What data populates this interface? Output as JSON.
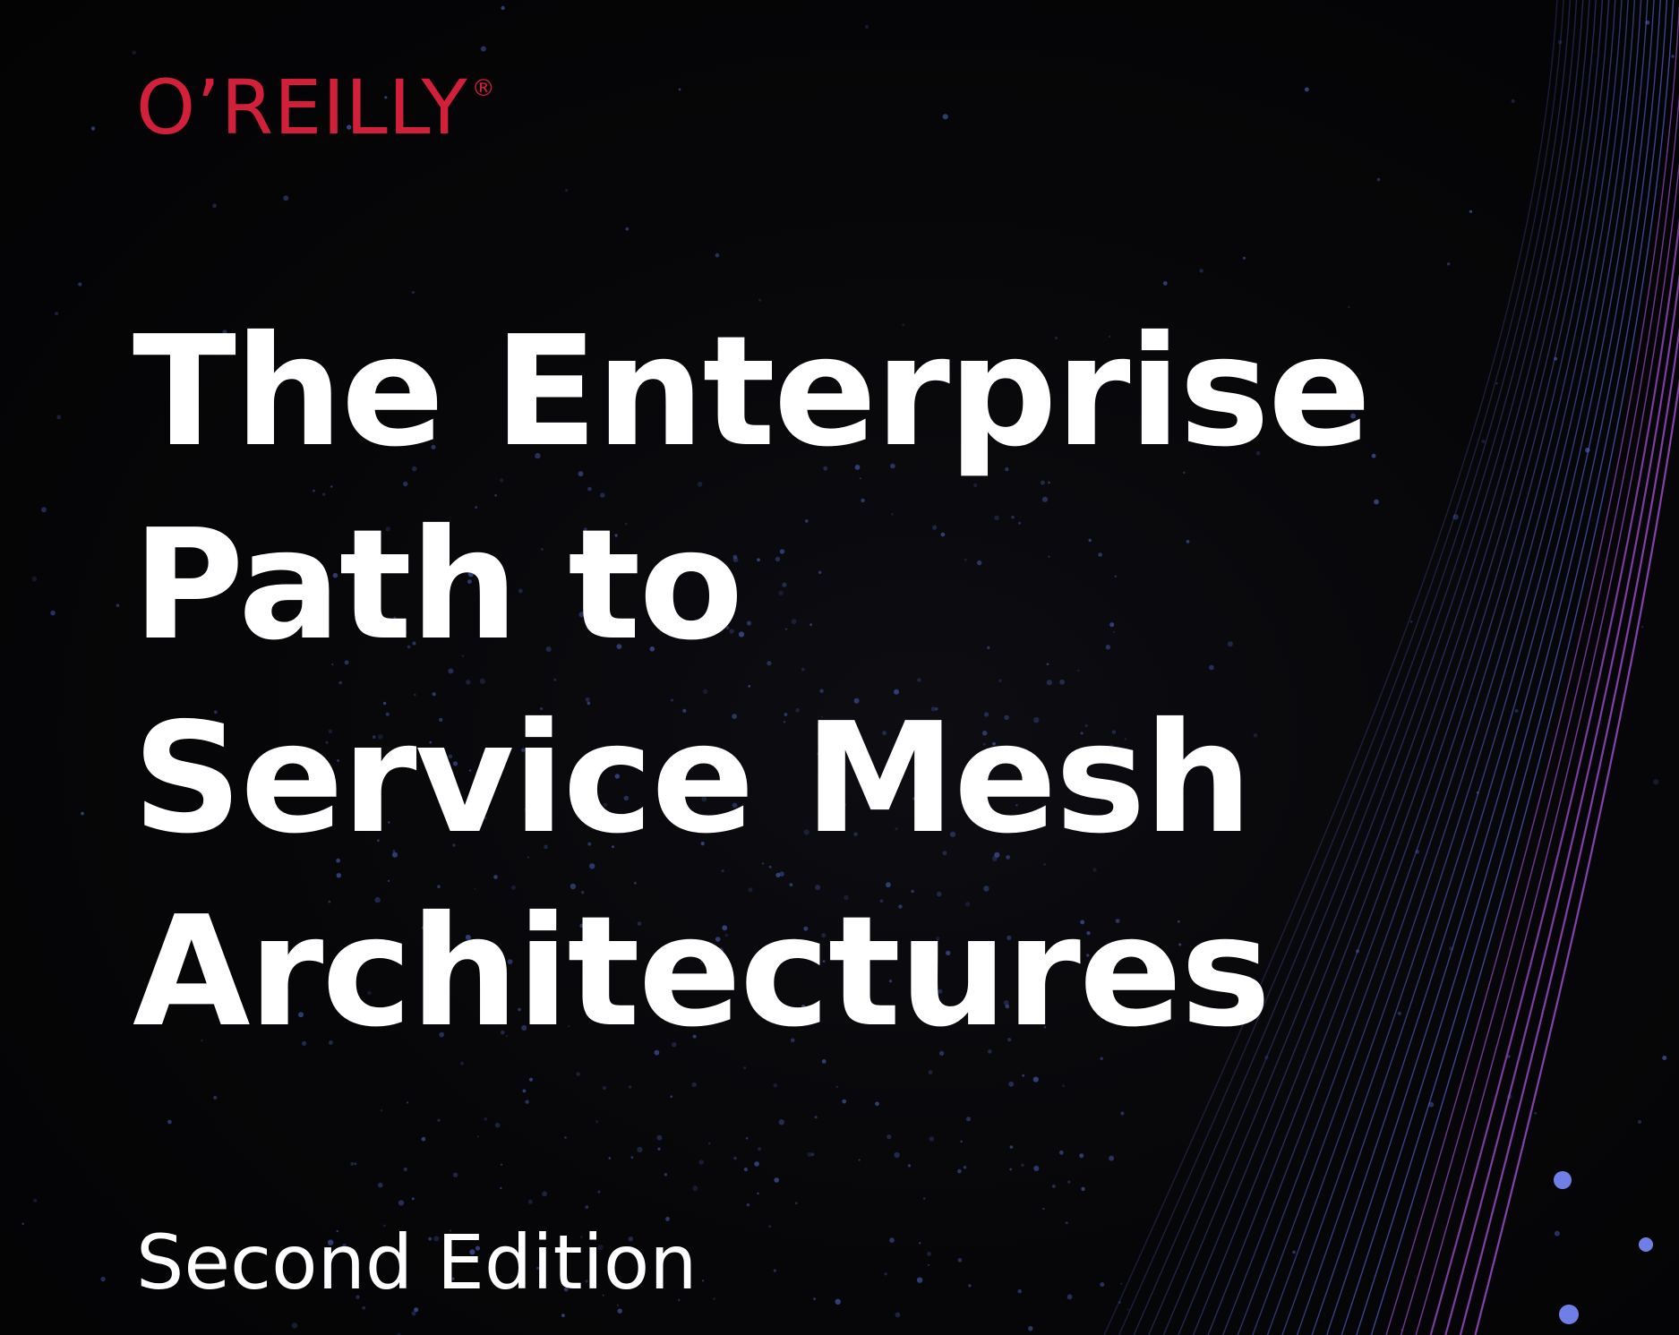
{
  "cover": {
    "publisher": "O’REILLY",
    "registered_mark": "®",
    "title_lines": [
      "The Enterprise",
      "Path to",
      "Service Mesh",
      "Architectures"
    ],
    "edition": "Second Edition"
  },
  "colors": {
    "background": "#050506",
    "publisher_red": "#d3203a",
    "title_white": "#ffffff",
    "line_blue": "#5a66d8",
    "line_purple": "#9a4cc8",
    "dot_blue": "#3a4f9a"
  }
}
